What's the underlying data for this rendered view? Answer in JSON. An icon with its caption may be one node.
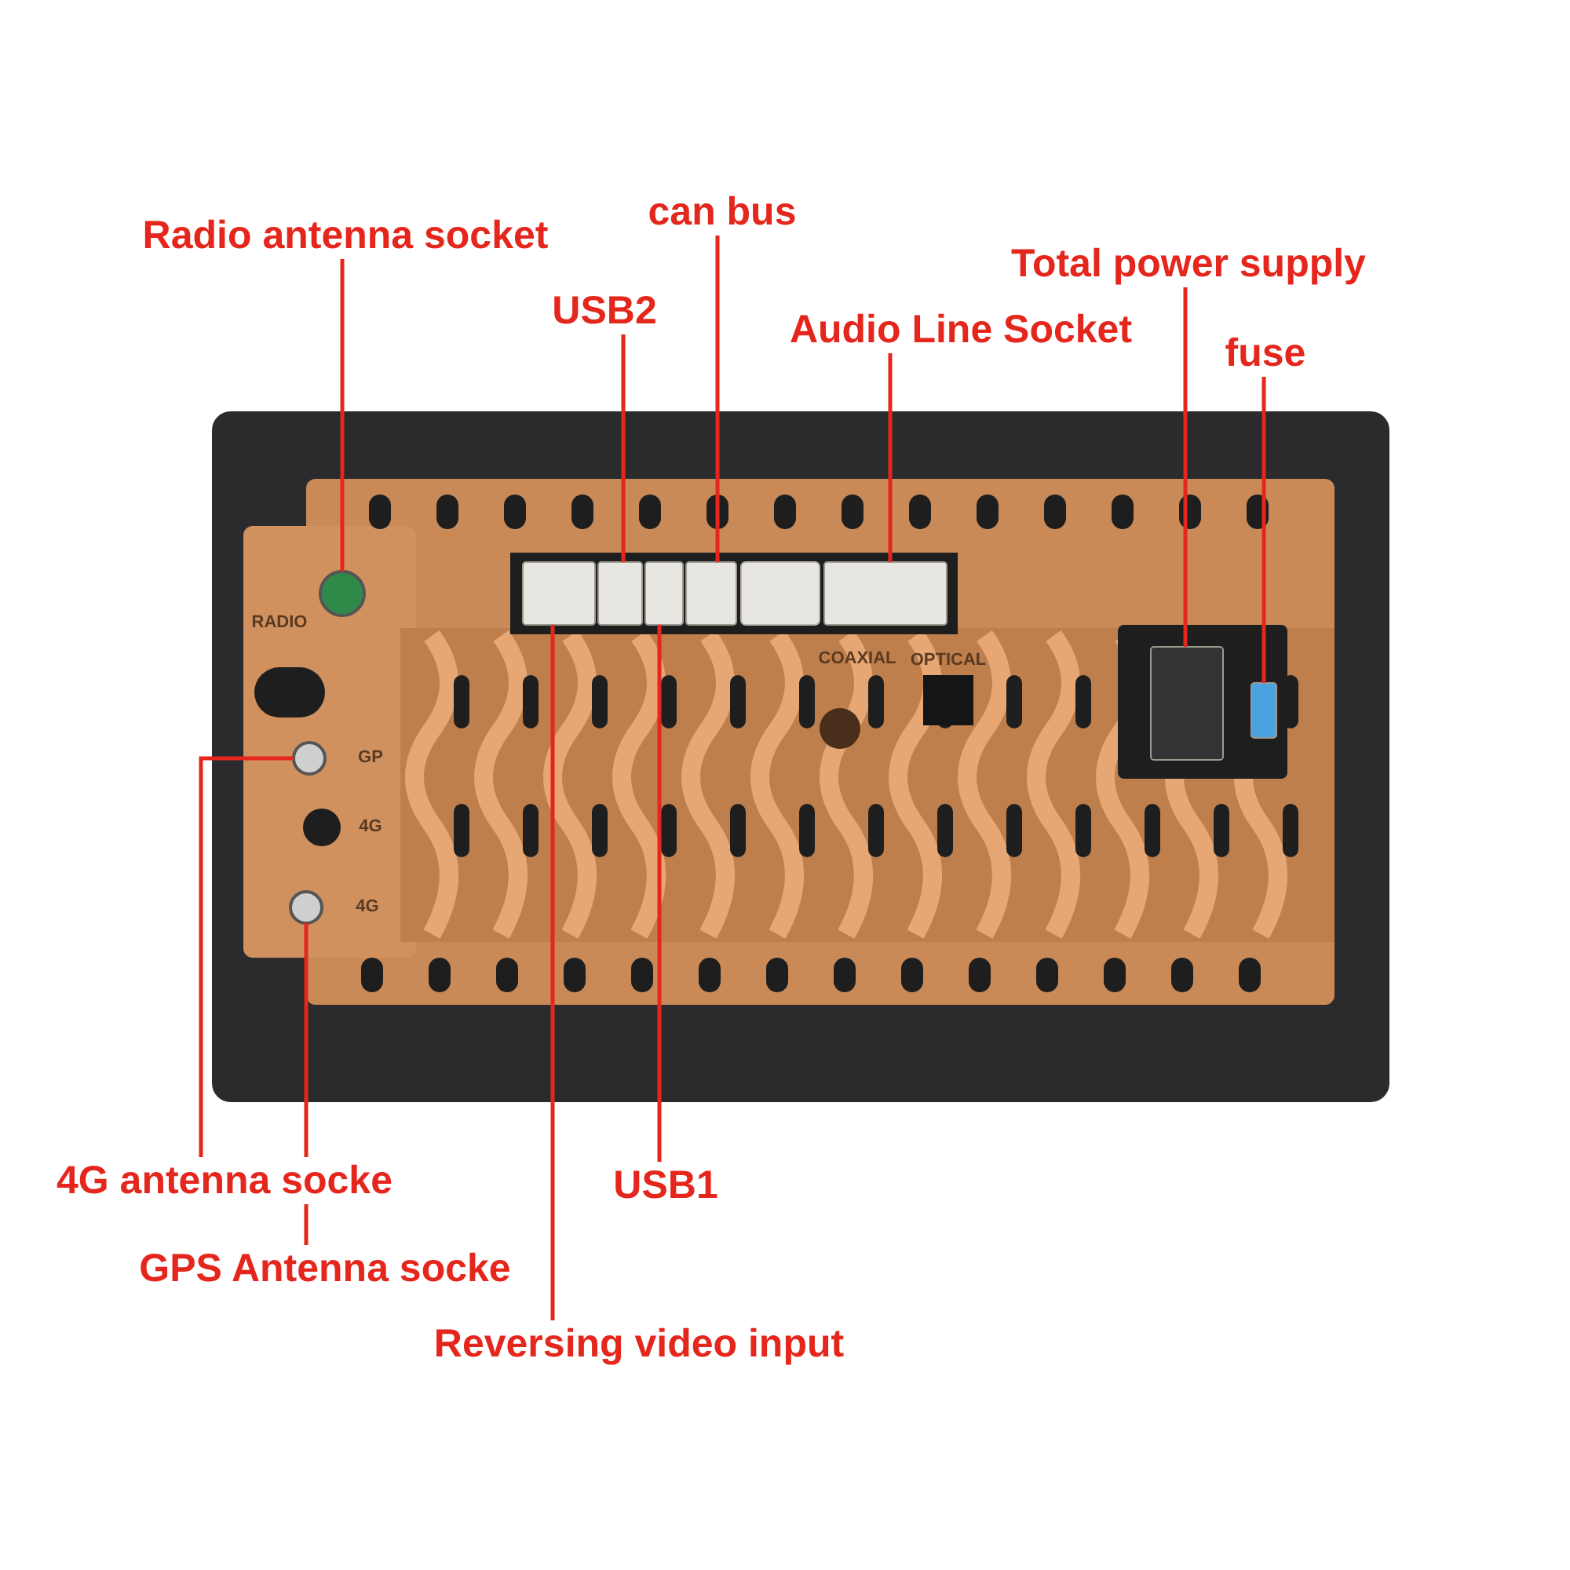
{
  "diagram": {
    "nodes": [
      {
        "text": [
          "Radio antenna socket"
        ]
      },
      {
        "text": [
          "can bus"
        ]
      },
      {
        "text": [
          "USB2"
        ]
      },
      {
        "text": [
          "Audio Line Socket"
        ]
      },
      {
        "text": [
          "Total power supply"
        ]
      },
      {
        "text": [
          "fuse"
        ]
      },
      {
        "text": [
          "4G antenna socke"
        ]
      },
      {
        "text": [
          "USB1"
        ]
      },
      {
        "text": [
          "GPS Antenna socke"
        ]
      },
      {
        "text": [
          "Reversing video input"
        ]
      },
      {
        "text": [],
        "shape": "circle"
      },
      {
        "text": [],
        "shape": "circle"
      },
      {
        "text": [],
        "shape": "circle"
      },
      {
        "text": [],
        "shape": "box"
      },
      {
        "text": [],
        "shape": "box"
      },
      {
        "text": [],
        "shape": "box"
      },
      {
        "text": [],
        "shape": "box"
      },
      {
        "text": [],
        "shape": "box"
      },
      {
        "text": [],
        "shape": "box"
      },
      {
        "text": [],
        "shape": "box"
      }
    ],
    "edges": [
      {
        "from": 0,
        "to": 10,
        "arrow": "none"
      },
      {
        "from": 1,
        "to": 16,
        "arrow": "none"
      },
      {
        "from": 2,
        "to": 14,
        "arrow": "none"
      },
      {
        "from": 3,
        "to": 17,
        "arrow": "none"
      },
      {
        "from": 4,
        "to": 18,
        "arrow": "none"
      },
      {
        "from": 5,
        "to": 19,
        "arrow": "none"
      },
      {
        "from": 6,
        "to": 11,
        "arrow": "none"
      },
      {
        "from": 7,
        "to": 15,
        "arrow": "none"
      },
      {
        "from": 8,
        "to": 12,
        "arrow": "none"
      },
      {
        "from": 9,
        "to": 13,
        "arrow": "none"
      }
    ],
    "labels": [
      "RADIO",
      "GP",
      "4G",
      "4G",
      "COAXIAL",
      "OPTICAL"
    ]
  }
}
